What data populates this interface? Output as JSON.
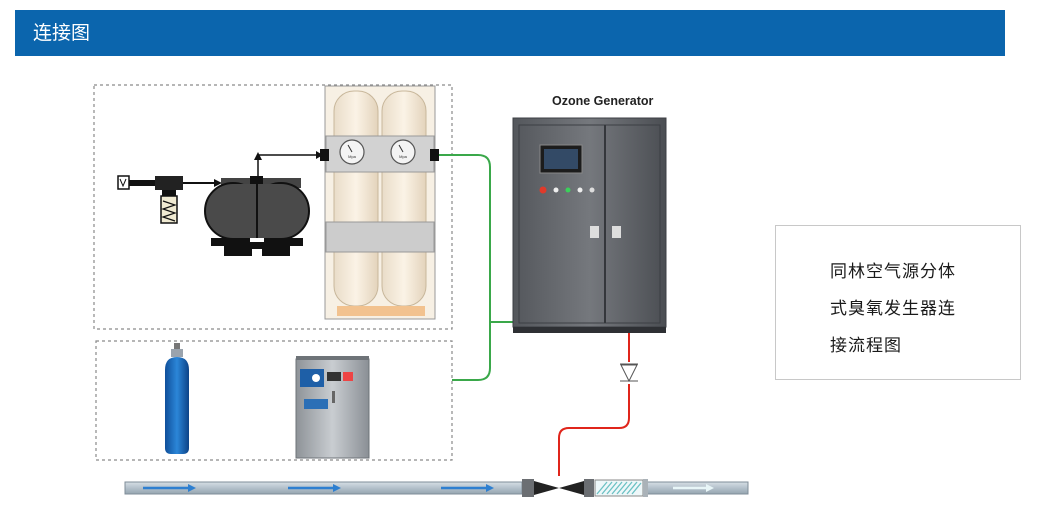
{
  "header": {
    "title": "连接图",
    "accent_color": "#0b65ad"
  },
  "diagram": {
    "generator_label": "Ozone Generator",
    "gauge_unit": "Mpa",
    "pipe_color": "#b9c6cf",
    "oxygen_line_color": "#3aa84a",
    "ozone_line_color": "#e0251b",
    "flow_arrow_color": "#2e7fd0",
    "components": [
      "air-filter",
      "air-compressor",
      "oxygen-concentrator-towers",
      "oxygen-cylinder",
      "oxygen-generator-unit",
      "ozone-generator-cabinet",
      "check-valve",
      "venturi-injector",
      "static-mixer",
      "water-pipe"
    ]
  },
  "caption": {
    "lines": [
      "同林空气源分体",
      "式臭氧发生器连",
      "接流程图"
    ]
  }
}
